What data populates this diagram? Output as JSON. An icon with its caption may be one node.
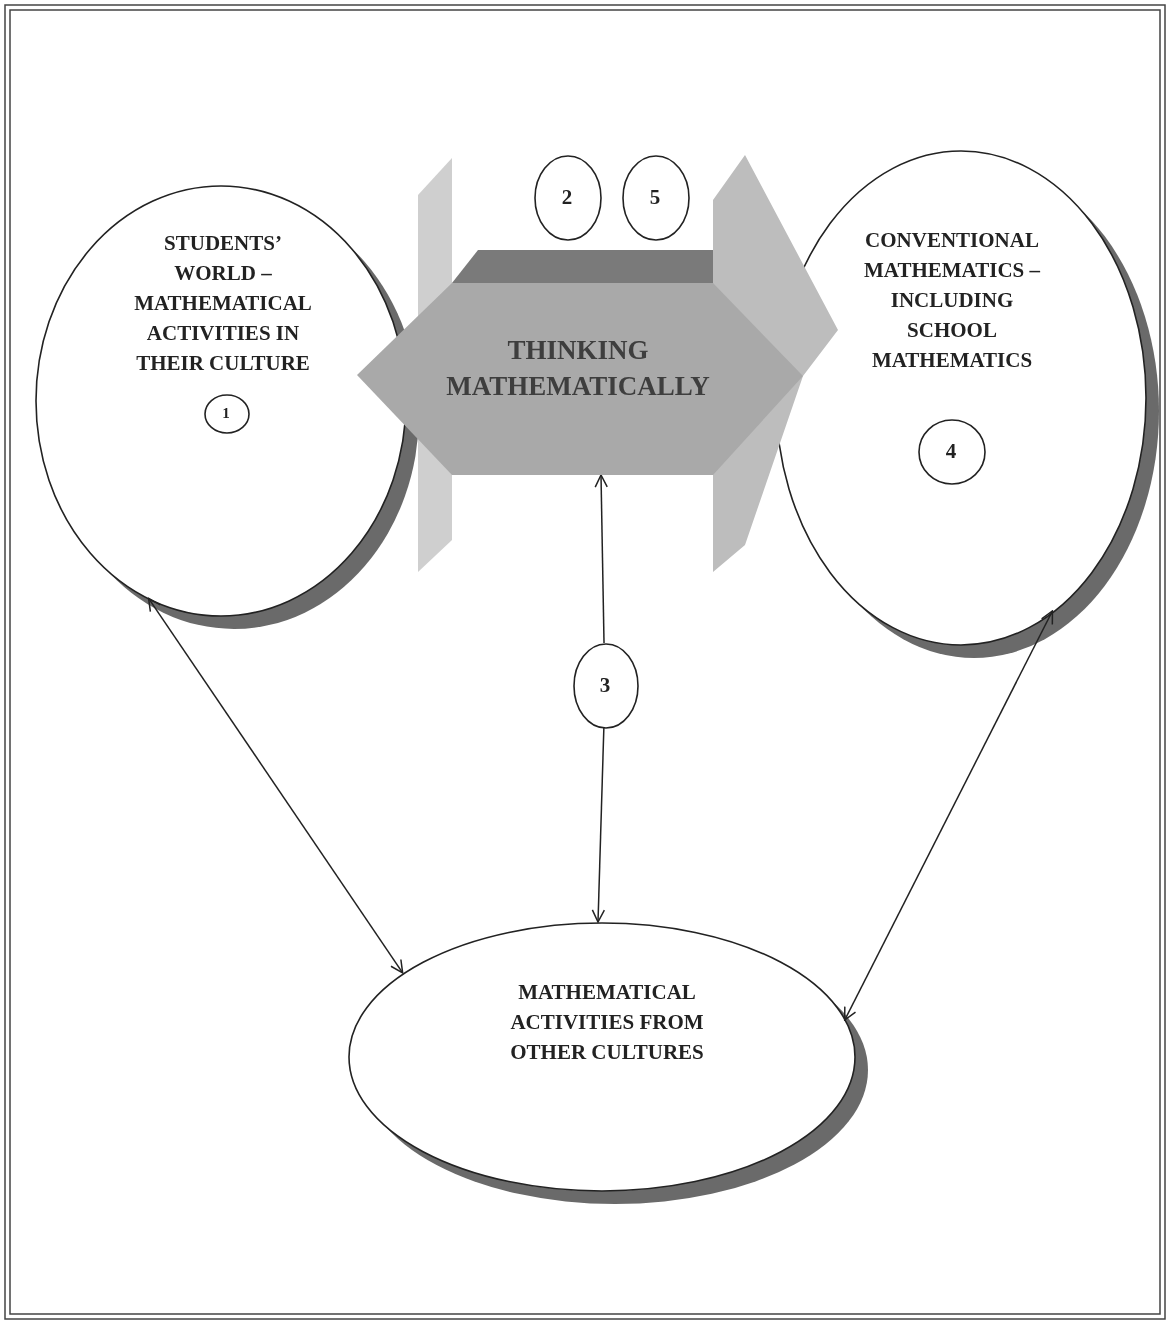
{
  "diagram": {
    "nodes": [
      {
        "text": [
          "STUDENTS’ WORLD – MATHEMATICAL ACTIVITIES IN THEIR CULTURE"
        ]
      },
      {
        "text": [
          "1"
        ],
        "in": 0
      },
      {
        "text": [
          "THINKING MATHEMATICALLY"
        ]
      },
      {
        "text": [
          "2"
        ],
        "in": 2
      },
      {
        "text": [
          "5"
        ],
        "in": 2
      },
      {
        "text": [
          "CONVENTIONAL MATHEMATICS – INCLUDING SCHOOL MATHEMATICS"
        ]
      },
      {
        "text": [
          "4"
        ],
        "in": 5
      },
      {
        "text": [
          "3"
        ]
      },
      {
        "text": [
          "MATHEMATICAL ACTIVITIES FROM OTHER CULTURES"
        ]
      }
    ],
    "edges": [
      {
        "from": 0,
        "to": 8,
        "arrow": "both"
      },
      {
        "from": 7,
        "to": 2,
        "arrow": "to"
      },
      {
        "from": 7,
        "to": 8,
        "arrow": "to"
      },
      {
        "from": 5,
        "to": 8,
        "arrow": "both"
      }
    ]
  }
}
